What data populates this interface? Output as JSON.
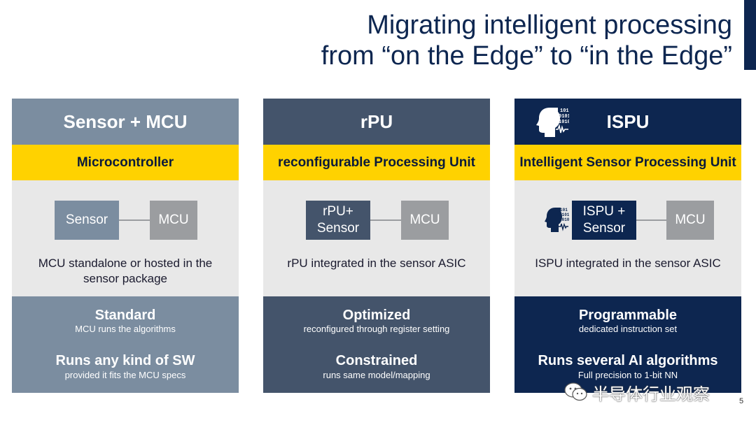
{
  "title": {
    "line1": "Migrating intelligent processing",
    "line2": "from “on the Edge” to “in the Edge”"
  },
  "columns": [
    {
      "header": "Sensor + MCU",
      "subtitle": "Microcontroller",
      "box_left": "Sensor",
      "box_right": "MCU",
      "description": "MCU standalone or hosted in the sensor package",
      "footer_title_1": "Standard",
      "footer_sub_1": "MCU runs the algorithms",
      "footer_title_2": "Runs any kind of SW",
      "footer_sub_2": "provided it fits the MCU specs",
      "color": "#7b8da0"
    },
    {
      "header": "rPU",
      "subtitle": "reconfigurable Processing Unit",
      "box_left": "rPU+ Sensor",
      "box_right": "MCU",
      "description": "rPU integrated in the sensor ASIC",
      "footer_title_1": "Optimized",
      "footer_sub_1": "reconfigured through register setting",
      "footer_title_2": "Constrained",
      "footer_sub_2": "runs same model/mapping",
      "color": "#44546b"
    },
    {
      "header": "ISPU",
      "subtitle": "Intelligent Sensor Processing Unit",
      "box_left": "ISPU + Sensor",
      "box_right": "MCU",
      "description": "ISPU integrated in the sensor ASIC",
      "footer_title_1": "Programmable",
      "footer_sub_1": "dedicated instruction set",
      "footer_title_2": "Runs several AI algorithms",
      "footer_sub_2": "Full precision to 1-bit NN",
      "color": "#0d2650",
      "icon": "ai-head-icon"
    }
  ],
  "watermark": "半导体行业观察",
  "page_number": "5",
  "colors": {
    "accent_yellow": "#ffd200",
    "navy": "#0d2650",
    "diagram_bg": "#e8e8e8",
    "mcu_gray": "#9b9da0"
  }
}
